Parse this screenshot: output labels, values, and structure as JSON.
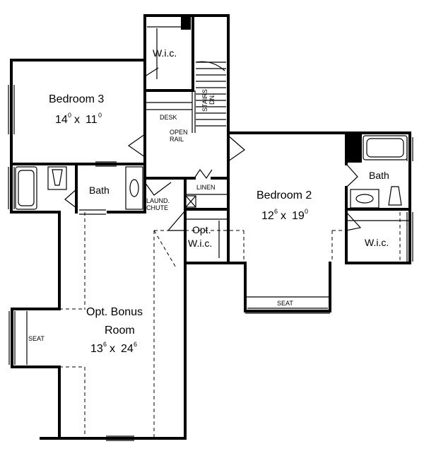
{
  "rooms": {
    "bedroom3": {
      "name": "Bedroom 3",
      "w": "14",
      "w_sup": "0",
      "x": "x",
      "h": "11",
      "h_sup": "0"
    },
    "bedroom2": {
      "name": "Bedroom 2",
      "w": "12",
      "w_sup": "6",
      "x": "x",
      "h": "19",
      "h_sup": "0"
    },
    "bonus": {
      "name1": "Opt. Bonus",
      "name2": "Room",
      "w": "13",
      "w_sup": "6",
      "x": "x",
      "h": "24",
      "h_sup": "6"
    },
    "wic_top": "W.i.c.",
    "bath_left": "Bath",
    "bath_right": "Bath",
    "opt_wic1": "Opt.",
    "opt_wic2": "W.i.c.",
    "wic_right": "W.i.c.",
    "desk": "DESK",
    "open_rail1": "OPEN",
    "open_rail2": "RAIL",
    "stairs1": "STAIRS",
    "stairs2": "DN.",
    "linen": "LINEN",
    "laund1": "LAUND.",
    "laund2": "CHUTE",
    "seat_bed2": "SEAT",
    "seat_bonus": "SEAT"
  }
}
